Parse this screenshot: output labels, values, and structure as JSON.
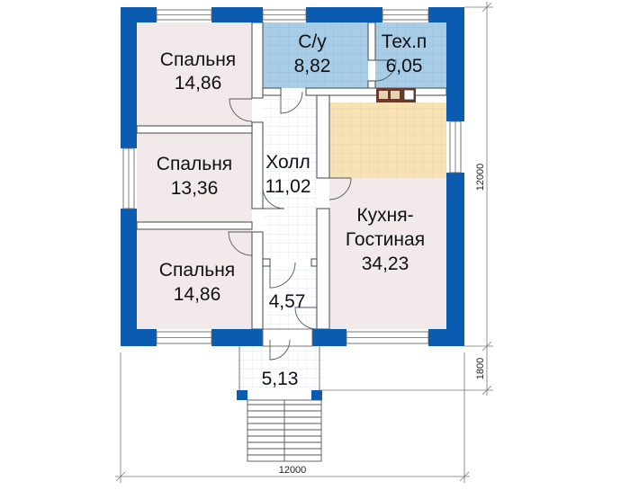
{
  "rooms": {
    "bedroom_top": {
      "name": "Спальня",
      "area": "14,86"
    },
    "bath": {
      "name": "С/у",
      "area": "8,82"
    },
    "tech": {
      "name": "Тех.п",
      "area": "6,05"
    },
    "bedroom_mid": {
      "name": "Спальня",
      "area": "13,36"
    },
    "hall": {
      "name": "Холл",
      "area": "11,02"
    },
    "kitchen": {
      "name_line1": "Кухня-",
      "name_line2": "Гостиная",
      "area": "34,23"
    },
    "bedroom_bottom": {
      "name": "Спальня",
      "area": "14,86"
    },
    "vestibule": {
      "area": "4,57"
    },
    "porch": {
      "area": "5,13"
    }
  },
  "dimensions": {
    "width": "12000",
    "depth": "12000",
    "porch": "1800"
  },
  "colors": {
    "wall": "#0b5cb0",
    "bath_tile": "#a9cde6",
    "kitchen_floor": "#f6e1b5",
    "room_floor": "#f2e9ea",
    "hall_floor": "#ffffff",
    "grid_line": "#c7dbe9",
    "dim_line": "#777777"
  }
}
